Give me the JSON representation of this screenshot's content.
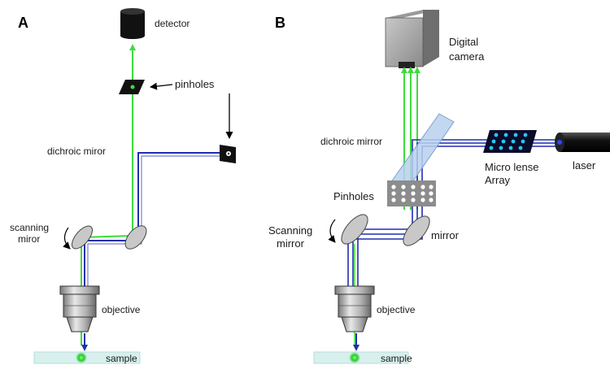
{
  "panel_a": {
    "letter": "A",
    "labels": {
      "detector": "detector",
      "pinholes": "pinholes",
      "dichroic": "dichroic miror",
      "scanning_line1": "scanning",
      "scanning_line2": "miror",
      "objective": "objective",
      "sample": "sample"
    }
  },
  "panel_b": {
    "letter": "B",
    "labels": {
      "camera_line1": "Digital",
      "camera_line2": "camera",
      "dichroic": "dichroic mirror",
      "microlens_line1": "Micro lense",
      "microlens_line2": "Array",
      "laser": "laser",
      "pinholes": "Pinholes",
      "scanning_line1": "Scanning",
      "scanning_line2": "mirror",
      "mirror": "mirror",
      "objective": "objective",
      "sample": "sample"
    }
  },
  "colors": {
    "excitation": "#1f2fb0",
    "emission": "#3ddc3d",
    "mirror_fill": "#c8c8c8",
    "dichroic_fill": "#b8d0ee"
  }
}
